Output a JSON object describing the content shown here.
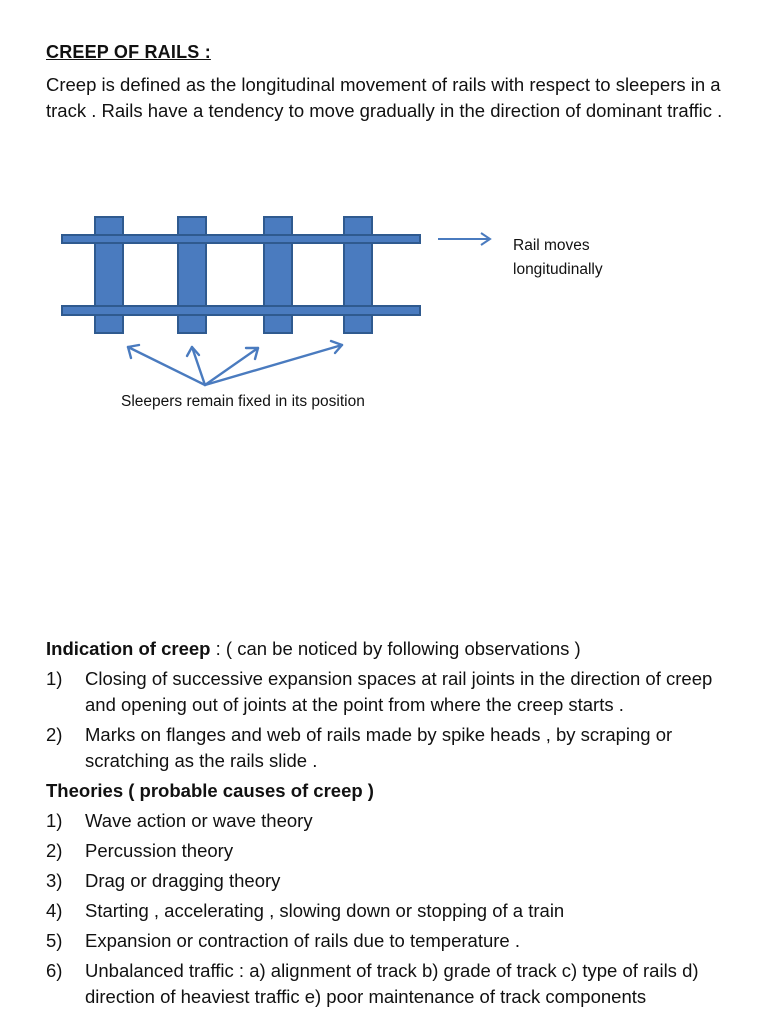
{
  "title": "CREEP OF RAILS :",
  "intro": "Creep is defined as the longitudinal movement of rails with respect to sleepers in a track . Rails have a tendency to move gradually in the direction of dominant traffic .",
  "diagram": {
    "rail_label_line1": "Rail moves",
    "rail_label_line2": "longitudinally",
    "sleeper_label": "Sleepers remain fixed in its position",
    "rail_color": "#4a7bbf",
    "rail_border": "#2f5a8f"
  },
  "indication": {
    "heading": "Indication of creep",
    "suffix": " : ( can be noticed by following observations )",
    "items": [
      {
        "num": "1)",
        "text": "Closing of successive expansion spaces at rail joints in the direction of creep and opening out of joints at the point from where the creep starts ."
      },
      {
        "num": "2)",
        "text": "Marks on flanges and web of rails made by spike heads , by scraping or scratching as the rails slide ."
      }
    ]
  },
  "theories": {
    "heading": "Theories ( probable causes of creep )",
    "items": [
      {
        "num": "1)",
        "text": "Wave action or wave theory"
      },
      {
        "num": "2)",
        "text": "Percussion theory"
      },
      {
        "num": "3)",
        "text": "Drag or dragging theory"
      },
      {
        "num": "4)",
        "text": "Starting , accelerating , slowing down or stopping of a train"
      },
      {
        "num": "5)",
        "text": "Expansion or contraction of rails due to temperature ."
      },
      {
        "num": "6)",
        "text": "Unbalanced traffic : a) alignment of track b) grade of track c) type of rails d) direction of heaviest traffic e) poor maintenance of track components"
      }
    ]
  }
}
